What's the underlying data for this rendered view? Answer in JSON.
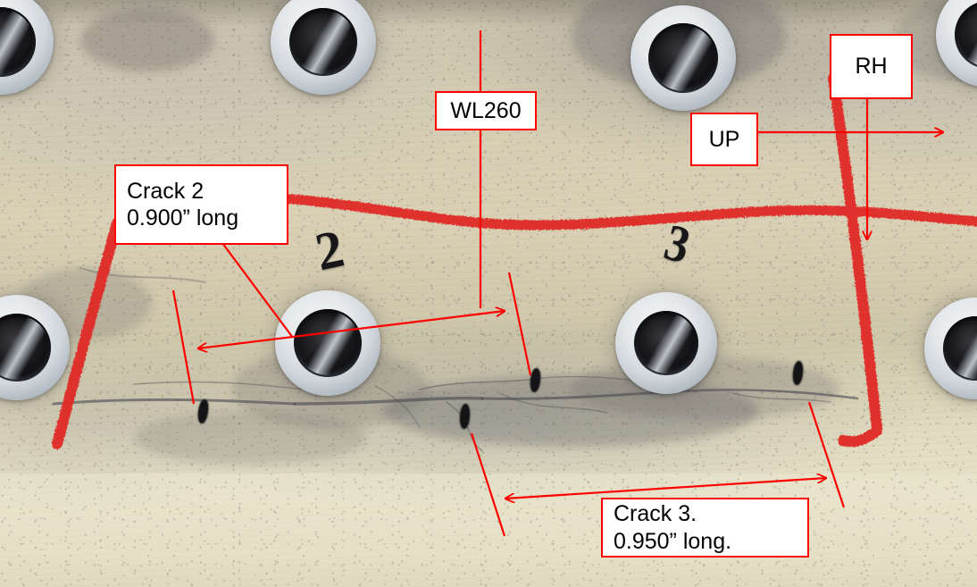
{
  "image": {
    "subject": "structural panel fastener row with fatigue cracks",
    "surface_color": "#d9d0b6",
    "marker_red": "#e12b26",
    "annotation_red": "#ff0000",
    "callout_fill": "#ffffff",
    "callout_text_color": "#000000"
  },
  "annotations": {
    "wl260": {
      "label": "WL260",
      "kind": "reference-line-callout"
    },
    "up": {
      "label": "UP",
      "kind": "orientation-callout"
    },
    "rh": {
      "label": "RH",
      "kind": "orientation-callout"
    },
    "crack2": {
      "line1": "Crack 2",
      "line2": "0.900” long",
      "text": "Crack 2\n0.900” long",
      "crack_id": "Crack 2",
      "length": "0.900”"
    },
    "crack3": {
      "line1": "Crack 3.",
      "line2": "0.950” long.",
      "text": "Crack 3.\n0.950” long.",
      "crack_id": "Crack 3.",
      "length": "0.950”"
    }
  },
  "marker_digits": [
    {
      "value": "2"
    },
    {
      "value": "3"
    }
  ]
}
